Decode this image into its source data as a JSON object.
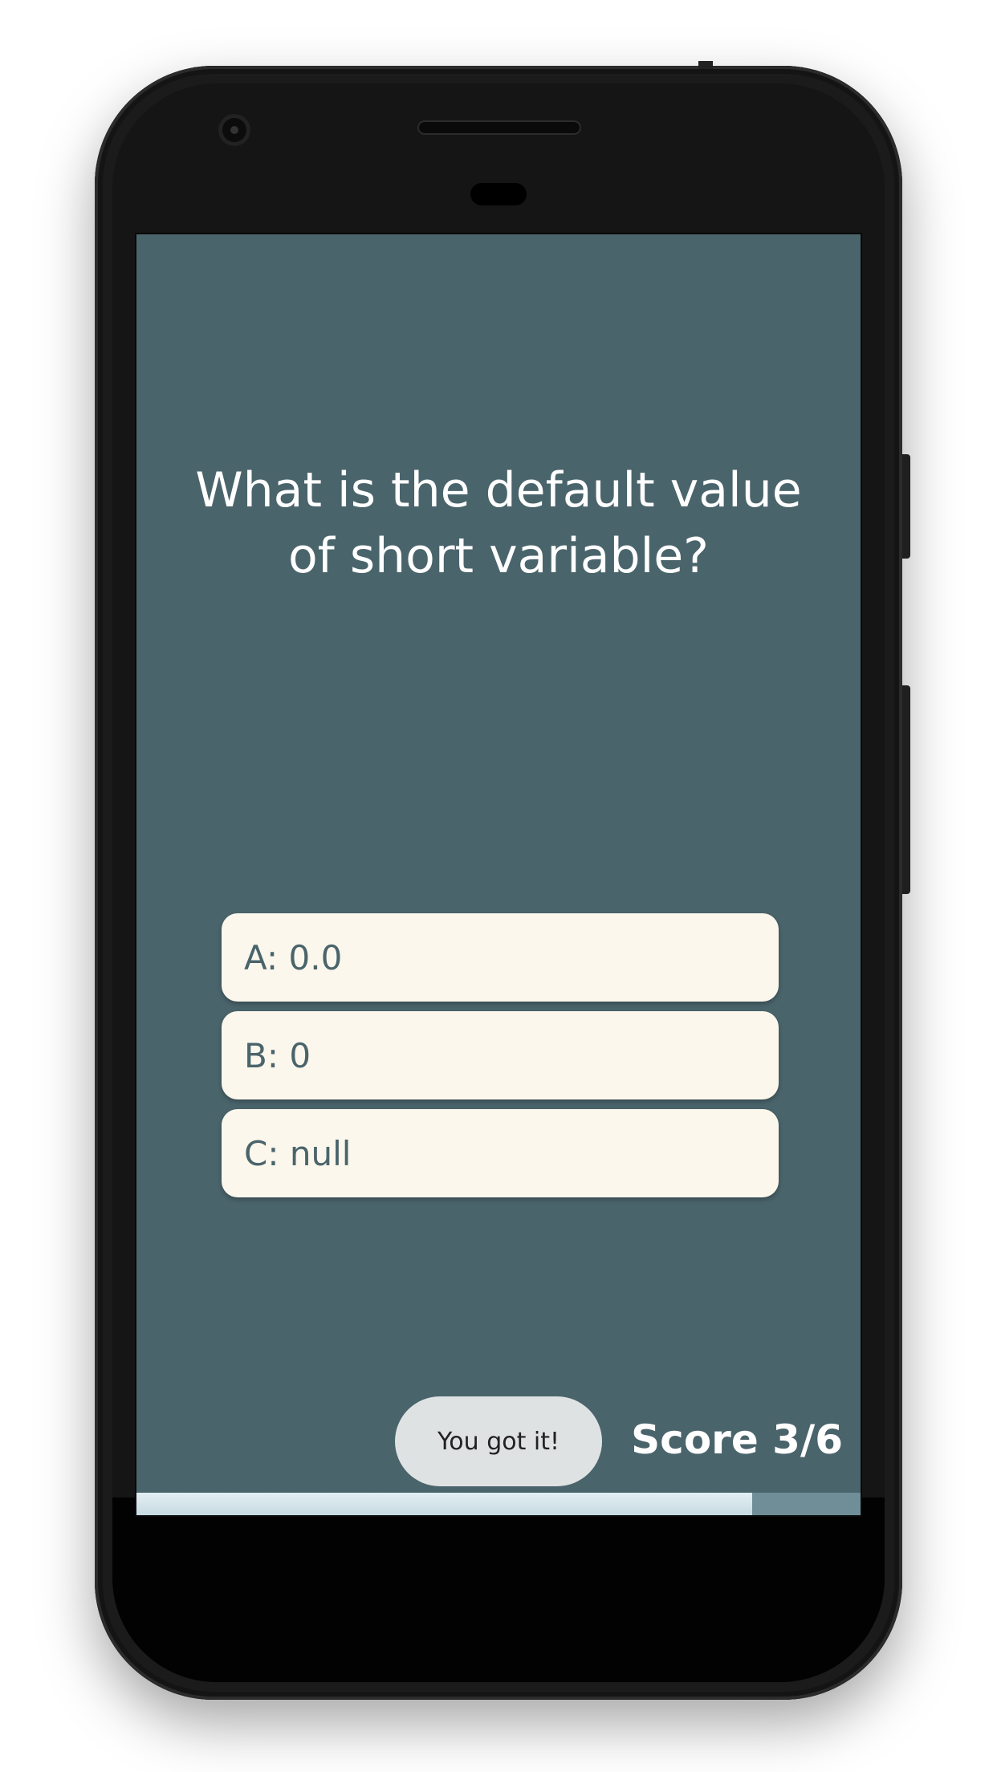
{
  "quiz": {
    "question": "What is the default value of short variable?",
    "options": [
      {
        "label": "A: 0.0"
      },
      {
        "label": "B: 0"
      },
      {
        "label": "C: null"
      }
    ],
    "toast": "You got it!",
    "score": "Score 3/6",
    "progress_fraction": 0.85
  },
  "colors": {
    "screen_background": "#4a646b",
    "option_background": "#fbf7ec",
    "option_text": "#4a646b",
    "toast_background": "#dfe2e3",
    "progress_fill": "#c3d9e0",
    "progress_track": "#6f8e98"
  }
}
